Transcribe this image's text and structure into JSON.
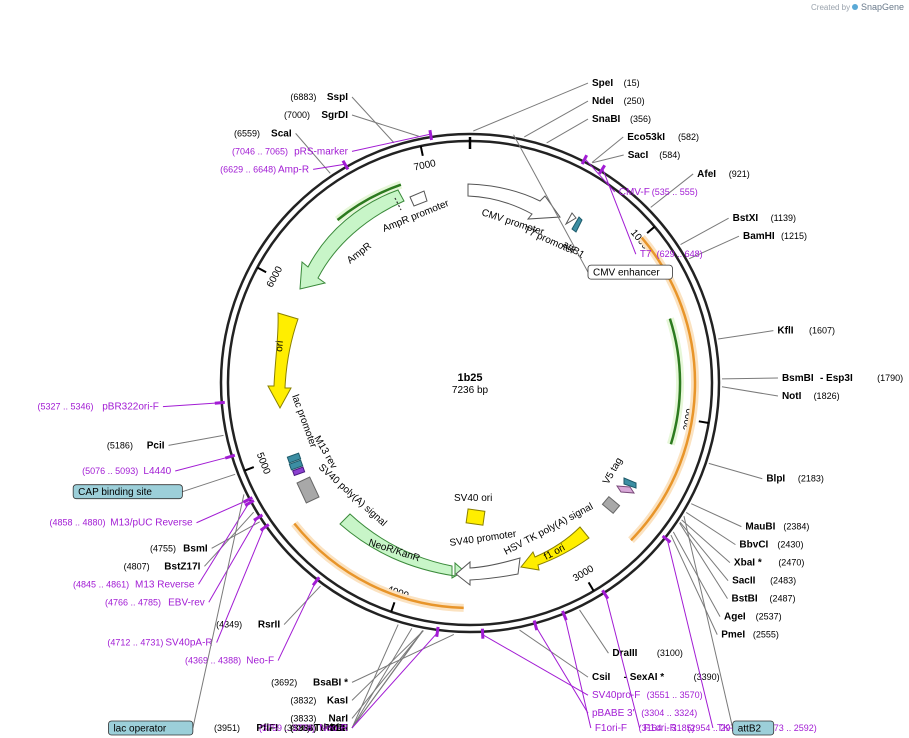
{
  "credit": {
    "prefix": "Created by",
    "brand": "SnapGene"
  },
  "plasmid": {
    "name": "1b25",
    "size_label": "7236 bp",
    "length": 7236
  },
  "ticks": [
    {
      "bp": 1000,
      "label": "1000"
    },
    {
      "bp": 2000,
      "label": "2000"
    },
    {
      "bp": 3000,
      "label": "3000"
    },
    {
      "bp": 4000,
      "label": "4000"
    },
    {
      "bp": 5000,
      "label": "5000"
    },
    {
      "bp": 6000,
      "label": "6000"
    },
    {
      "bp": 7000,
      "label": "7000"
    }
  ],
  "enzymes": [
    {
      "name": "SpeI",
      "pos": "(15)",
      "bp": 15
    },
    {
      "name": "NdeI",
      "pos": "(250)",
      "bp": 250
    },
    {
      "name": "SnaBI",
      "pos": "(356)",
      "bp": 356
    },
    {
      "name": "Eco53kI",
      "pos": "(582)",
      "bp": 582
    },
    {
      "name": "SacI",
      "pos": "(584)",
      "bp": 584
    },
    {
      "name": "AfeI",
      "pos": "(921)",
      "bp": 921
    },
    {
      "name": "BstXI",
      "pos": "(1139)",
      "bp": 1139
    },
    {
      "name": "BamHI",
      "pos": "(1215)",
      "bp": 1215
    },
    {
      "name": "KflI",
      "pos": "(1607)",
      "bp": 1607
    },
    {
      "name": "BsmBI",
      "name2": " - Esp3I",
      "pos": "(1790)",
      "bp": 1790
    },
    {
      "name": "NotI",
      "pos": "(1826)",
      "bp": 1826
    },
    {
      "name": "BlpI",
      "pos": "(2183)",
      "bp": 2183
    },
    {
      "name": "MauBI",
      "pos": "(2384)",
      "bp": 2384
    },
    {
      "name": "BbvCI",
      "pos": "(2430)",
      "bp": 2430
    },
    {
      "name": "XbaI *",
      "pos": "(2470)",
      "bp": 2470
    },
    {
      "name": "SacII",
      "pos": "(2483)",
      "bp": 2483
    },
    {
      "name": "BstBI",
      "pos": "(2487)",
      "bp": 2487
    },
    {
      "name": "AgeI",
      "pos": "(2537)",
      "bp": 2537
    },
    {
      "name": "PmeI",
      "pos": "(2555)",
      "bp": 2555
    },
    {
      "name": "DraIII",
      "pos": "(3100)",
      "bp": 3100
    },
    {
      "name": "CsiI",
      "name2": " - SexAI *",
      "pos": "(3390)",
      "bp": 3390
    },
    {
      "name": "BsaBI *",
      "pos": "(3692)",
      "bp": 3692
    },
    {
      "name": "KasI",
      "pos": "(3832)",
      "bp": 3832
    },
    {
      "name": "NarI",
      "pos": "(3833)",
      "bp": 3833
    },
    {
      "name": "SfoI",
      "pos": "(3834)",
      "bp": 3834
    },
    {
      "name": "PluTI",
      "pos": "(3836)",
      "bp": 3836
    },
    {
      "name": "PstI",
      "pos": "(3886)",
      "bp": 3886
    },
    {
      "name": "PflFI",
      "name2": " - Tth111I",
      "pos": "(3951)",
      "bp": 3951
    },
    {
      "name": "RsrII",
      "pos": "(4349)",
      "bp": 4349
    },
    {
      "name": "BsmI",
      "pos": "(4755)",
      "bp": 4755
    },
    {
      "name": "BstZ17I",
      "pos": "(4807)",
      "bp": 4807
    },
    {
      "name": "PciI",
      "pos": "(5186)",
      "bp": 5186
    },
    {
      "name": "ScaI",
      "pos": "(6559)",
      "bp": 6559
    },
    {
      "name": "SspI",
      "pos": "(6883)",
      "bp": 6883
    },
    {
      "name": "SgrDI",
      "pos": "(7000)",
      "bp": 7000
    }
  ],
  "primers": [
    {
      "name": "pRS-marker",
      "pos": "(7046 .. 7065)",
      "bp": 7055
    },
    {
      "name": "CMV-F",
      "pos": "(535 .. 555)",
      "bp": 545
    },
    {
      "name": "T7",
      "pos": "(629 .. 648)",
      "bp": 638
    },
    {
      "name": "Amp-R",
      "pos": "(6629 .. 6648)",
      "bp": 6638
    },
    {
      "name": "pBR322ori-F",
      "pos": "(5327 .. 5346)",
      "bp": 5336
    },
    {
      "name": "L4440",
      "pos": "(5076 .. 5093)",
      "bp": 5084
    },
    {
      "name": "M13/pUC Reverse",
      "pos": "(4858 .. 4880)",
      "bp": 4869
    },
    {
      "name": "M13 Reverse",
      "pos": "(4845 .. 4861)",
      "bp": 4853
    },
    {
      "name": "EBV-rev",
      "pos": "(4766 .. 4785)",
      "bp": 4775
    },
    {
      "name": "SV40pA-R",
      "pos": "(4712 .. 4731)",
      "bp": 4721
    },
    {
      "name": "Neo-F",
      "pos": "(4369 .. 4388)",
      "bp": 4378
    },
    {
      "name": "Neo-R",
      "pos": "(3759 .. 3778)",
      "bp": 3768
    },
    {
      "name": "SV40pro-F",
      "pos": "(3551 .. 3570)",
      "bp": 3560
    },
    {
      "name": "pBABE 3'",
      "pos": "(3304 .. 3324)",
      "bp": 3314
    },
    {
      "name": "F1ori-F",
      "pos": "(3164 .. 3185)",
      "bp": 3174
    },
    {
      "name": "F1ori-R",
      "pos": "(2954 .. 2973)",
      "bp": 2963
    },
    {
      "name": "TK-pA-R",
      "pos": "(2573 .. 2592)",
      "bp": 2582
    }
  ],
  "boxed_features": [
    {
      "name": "CMV enhancer",
      "style": "outline",
      "bp": 200
    },
    {
      "name": "attB2",
      "style": "teal",
      "bp": 2450
    },
    {
      "name": "CAP binding site",
      "style": "teal",
      "bp": 5000
    },
    {
      "name": "lac operator",
      "style": "teal",
      "bp": 4900
    }
  ],
  "features": [
    {
      "name": "CMV promoter",
      "type": "promoter"
    },
    {
      "name": "T7 promoter",
      "type": "promoter"
    },
    {
      "name": "attB1",
      "type": "site"
    },
    {
      "name": "AmpR",
      "type": "cds"
    },
    {
      "name": "AmpR promoter",
      "type": "promoter"
    },
    {
      "name": "ori",
      "type": "ori"
    },
    {
      "name": "lac promoter",
      "type": "promoter"
    },
    {
      "name": "M13 rev",
      "type": "primer_bind"
    },
    {
      "name": "SV40 poly(A) signal",
      "type": "terminator"
    },
    {
      "name": "NeoR/KanR",
      "type": "cds"
    },
    {
      "name": "SV40 ori",
      "type": "ori"
    },
    {
      "name": "SV40 promoter",
      "type": "promoter"
    },
    {
      "name": "HSV TK poly(A) signal",
      "type": "terminator"
    },
    {
      "name": "f1 ori",
      "type": "ori"
    },
    {
      "name": "V5 tag",
      "type": "tag"
    }
  ],
  "colors": {
    "backbone": "#222222",
    "primer": "#a21cd4",
    "orf": "#e8952a",
    "orf_glow": "#fbe2c0",
    "amp_fill": "#c8f5c8",
    "amp_inner": "#2c7a1f",
    "ori": "#ffee00",
    "promoter": "#ffffff",
    "teal_box": "#9ccfd9",
    "green_inner": "#50b030"
  }
}
